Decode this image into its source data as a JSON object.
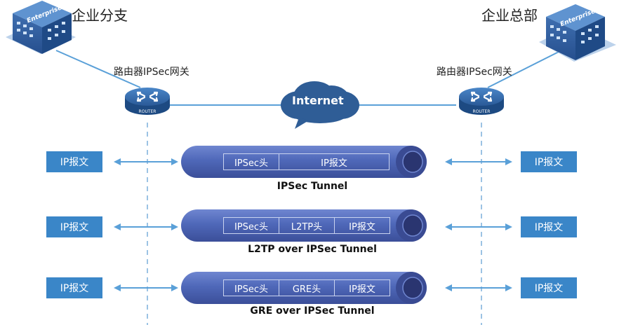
{
  "sites": {
    "branch": {
      "label": "企业分支",
      "building_text": "Enterprise"
    },
    "hq": {
      "label": "企业总部",
      "building_text": "Enterprise"
    }
  },
  "gateways": {
    "left": {
      "label": "路由器IPSec网关",
      "router_text": "ROUTER"
    },
    "right": {
      "label": "路由器IPSec网关",
      "router_text": "ROUTER"
    }
  },
  "internet": {
    "label": "Internet"
  },
  "tunnels": [
    {
      "caption": "IPSec Tunnel",
      "left_packet": "IP报文",
      "right_packet": "IP报文",
      "segments": [
        "IPSec头",
        "IP报文"
      ]
    },
    {
      "caption": "L2TP over IPSec Tunnel",
      "left_packet": "IP报文",
      "right_packet": "IP报文",
      "segments": [
        "IPSec头",
        "L2TP头",
        "IP报文"
      ]
    },
    {
      "caption": "GRE over IPSec Tunnel",
      "left_packet": "IP报文",
      "right_packet": "IP报文",
      "segments": [
        "IPSec头",
        "GRE头",
        "IP报文"
      ]
    }
  ],
  "colors": {
    "link_line": "#5aa0d8",
    "packet_box": "#3a86c8",
    "tunnel_body": "#4e67b8",
    "tunnel_dark": "#33448c",
    "router_body": "#2e5e9a",
    "cloud": "#2f5d96",
    "dashed_line": "#9cc3e4"
  }
}
